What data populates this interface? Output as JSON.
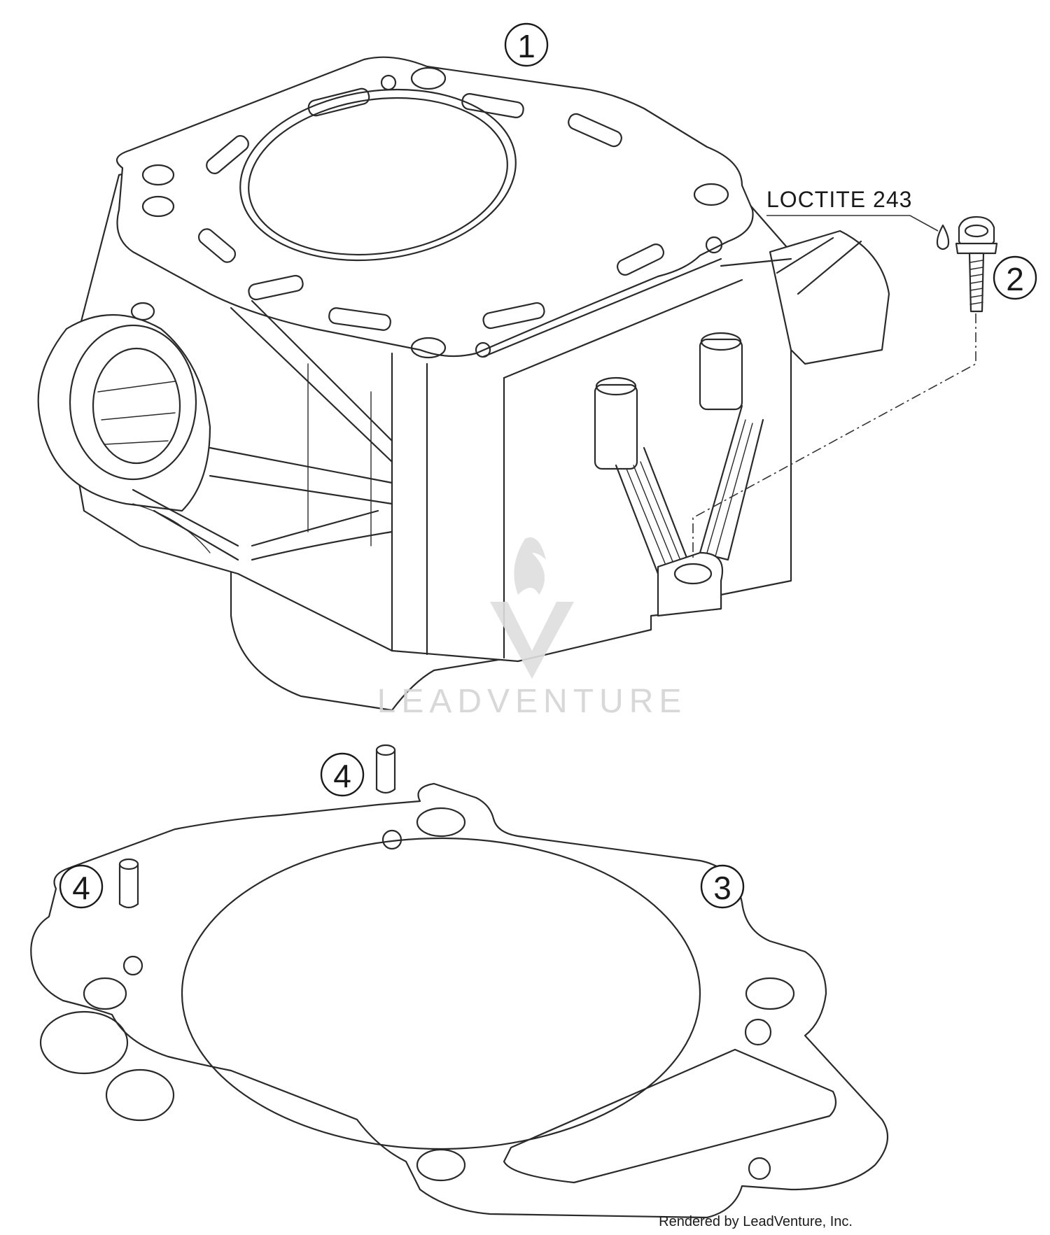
{
  "callouts": {
    "c1": "1",
    "c2": "2",
    "c3": "3",
    "c4a": "4",
    "c4b": "4"
  },
  "labels": {
    "loctite": "LOCTITE 243"
  },
  "watermark": {
    "text": "LEADVENTURE"
  },
  "footer": {
    "credit": "Rendered by LeadVenture, Inc."
  },
  "colors": {
    "line": "#2a2a2a",
    "watermark": "#d4d4d4"
  }
}
